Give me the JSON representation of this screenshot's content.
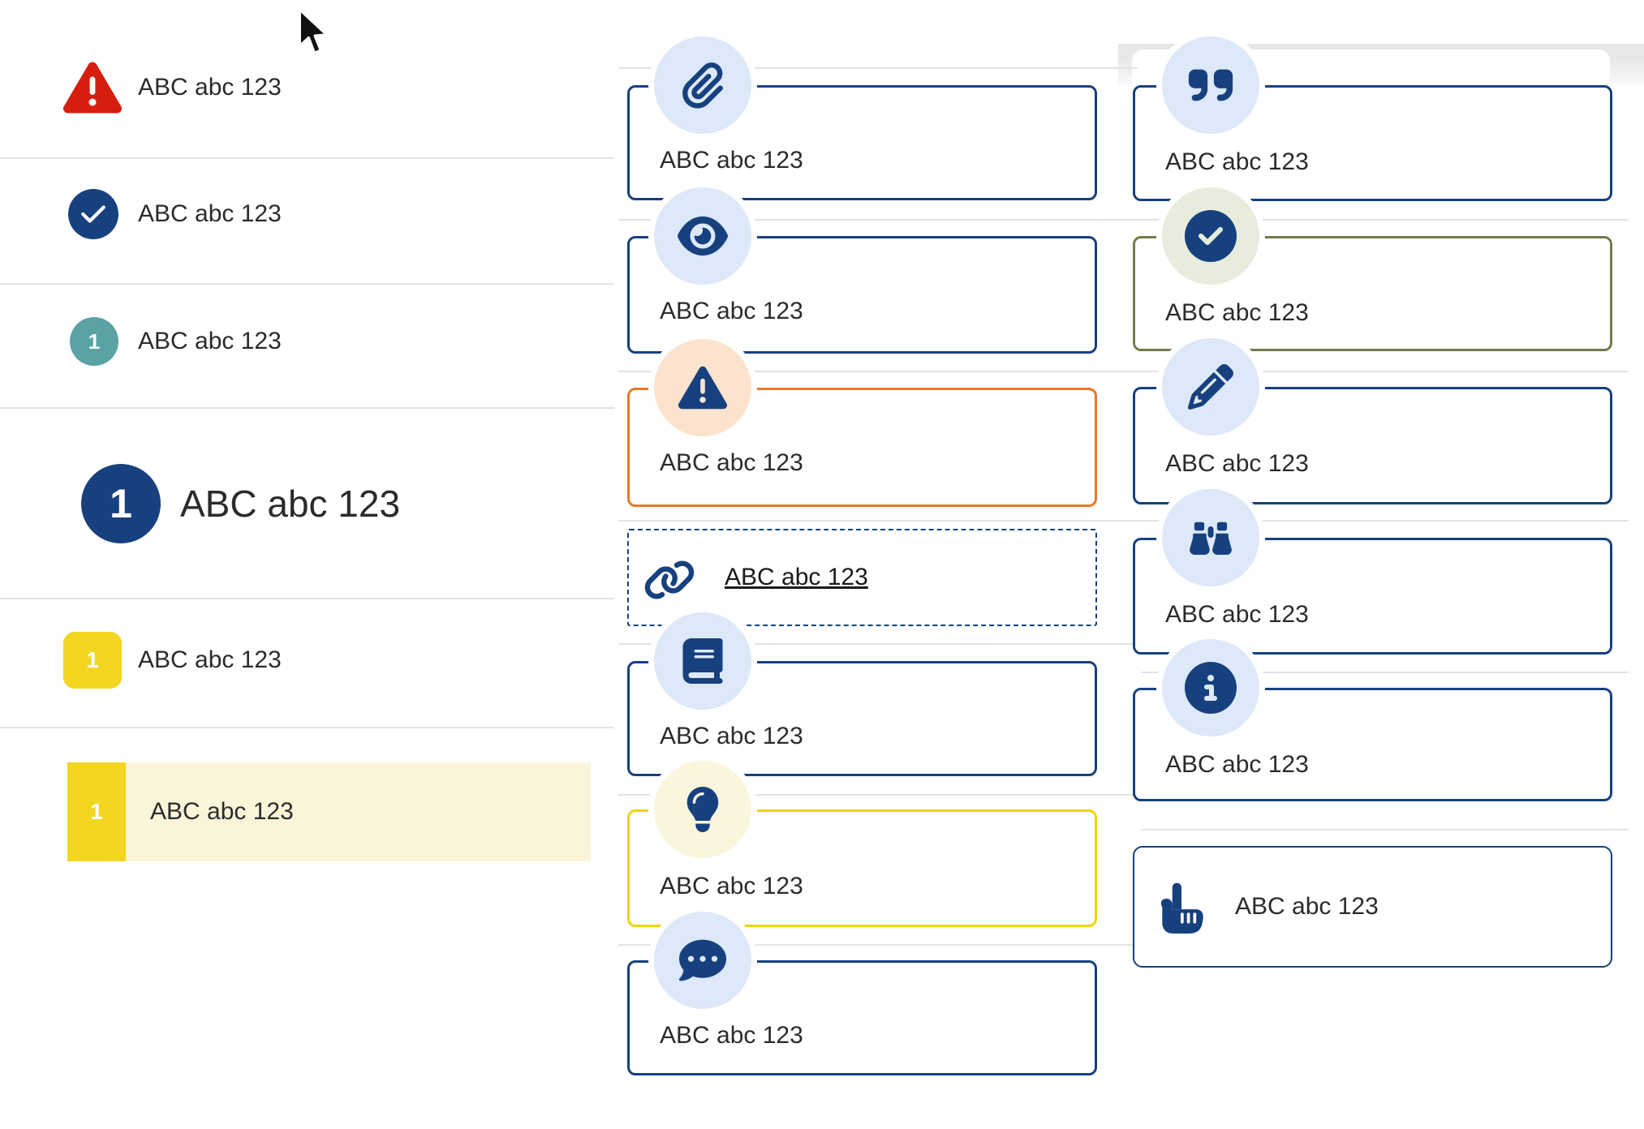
{
  "colors": {
    "navy": "#17417e",
    "red": "#d51e0e",
    "teal": "#5aa2a4",
    "yellow_badge": "#f2d620",
    "orange_border": "#e8792b",
    "olive_border": "#707c49",
    "yellow_border": "#efd500",
    "icon_circle_blue": "#dde8f8",
    "icon_circle_peach": "#fbe3cd",
    "icon_circle_cream": "#faf6dd",
    "icon_circle_sage": "#e7ecdc",
    "highlight_row": "#faf5d8",
    "divider": "#e3e3e3"
  },
  "left_list": {
    "items": [
      {
        "icon": "warning-triangle",
        "label": "ABC abc 123"
      },
      {
        "icon": "check-circle",
        "label": "ABC abc 123"
      },
      {
        "icon": "number-badge-teal",
        "badge": "1",
        "label": "ABC abc 123"
      },
      {
        "icon": "number-badge-navy-large",
        "badge": "1",
        "label": "ABC abc 123"
      },
      {
        "icon": "number-badge-yellow",
        "badge": "1",
        "label": "ABC abc 123"
      },
      {
        "icon": "number-badge-yellow",
        "badge": "1",
        "label": "ABC abc 123",
        "highlighted": true
      }
    ]
  },
  "middle_callouts": {
    "items": [
      {
        "icon": "paperclip",
        "style": "navy",
        "label": "ABC abc 123"
      },
      {
        "icon": "eye",
        "style": "navy",
        "label": "ABC abc 123"
      },
      {
        "icon": "warning-triangle",
        "style": "orange",
        "label": "ABC abc 123"
      },
      {
        "icon": "link",
        "style": "dashed",
        "label": "ABC abc 123"
      },
      {
        "icon": "book",
        "style": "navy",
        "label": "ABC abc 123"
      },
      {
        "icon": "lightbulb",
        "style": "yellow",
        "label": "ABC abc 123"
      },
      {
        "icon": "comment-dots",
        "style": "navy",
        "label": "ABC abc 123"
      }
    ]
  },
  "right_callouts": {
    "items": [
      {
        "icon": "quote-right",
        "style": "navy",
        "label": "ABC abc 123"
      },
      {
        "icon": "check-circle",
        "style": "olive",
        "label": "ABC abc 123"
      },
      {
        "icon": "pencil",
        "style": "navy",
        "label": "ABC abc 123"
      },
      {
        "icon": "binoculars",
        "style": "navy",
        "label": "ABC abc 123"
      },
      {
        "icon": "info-circle",
        "style": "navy",
        "label": "ABC abc 123"
      },
      {
        "icon": "hand-point-up",
        "style": "navy-inline",
        "label": "ABC abc 123"
      }
    ]
  }
}
